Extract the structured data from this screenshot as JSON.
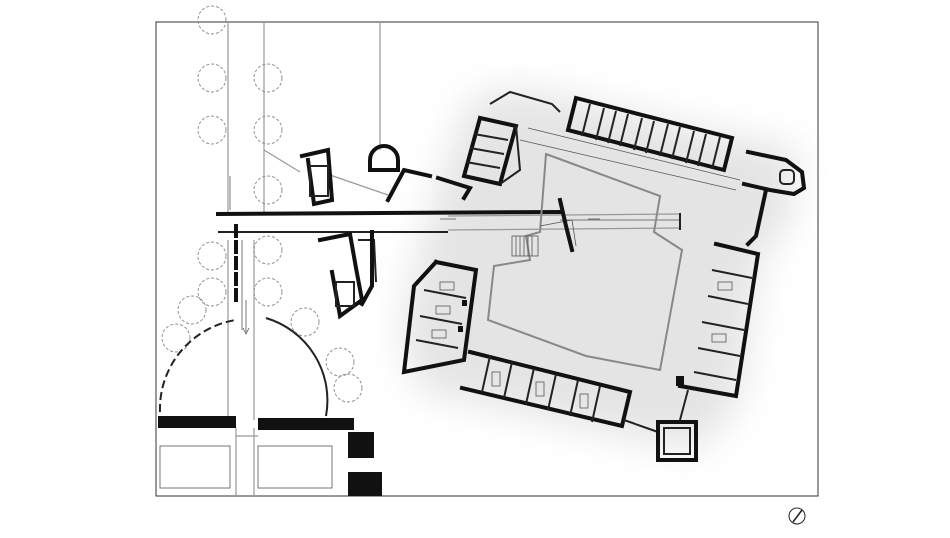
{
  "drawing": {
    "kind": "architectural-site-plan",
    "elements": [
      "site-boundary",
      "main-building",
      "inner-courtyard",
      "corridor-bridge",
      "north-room-block",
      "west-wing-rooms",
      "south-wing-rooms",
      "east-wing-rooms",
      "stair-tower",
      "entrance-pavilion",
      "sports-courts",
      "trees",
      "north-arrow"
    ],
    "colors": {
      "walls": "#111111",
      "background": "#ffffff",
      "courtyard_line": "#888888",
      "shadow": "#e6e6e6"
    }
  }
}
